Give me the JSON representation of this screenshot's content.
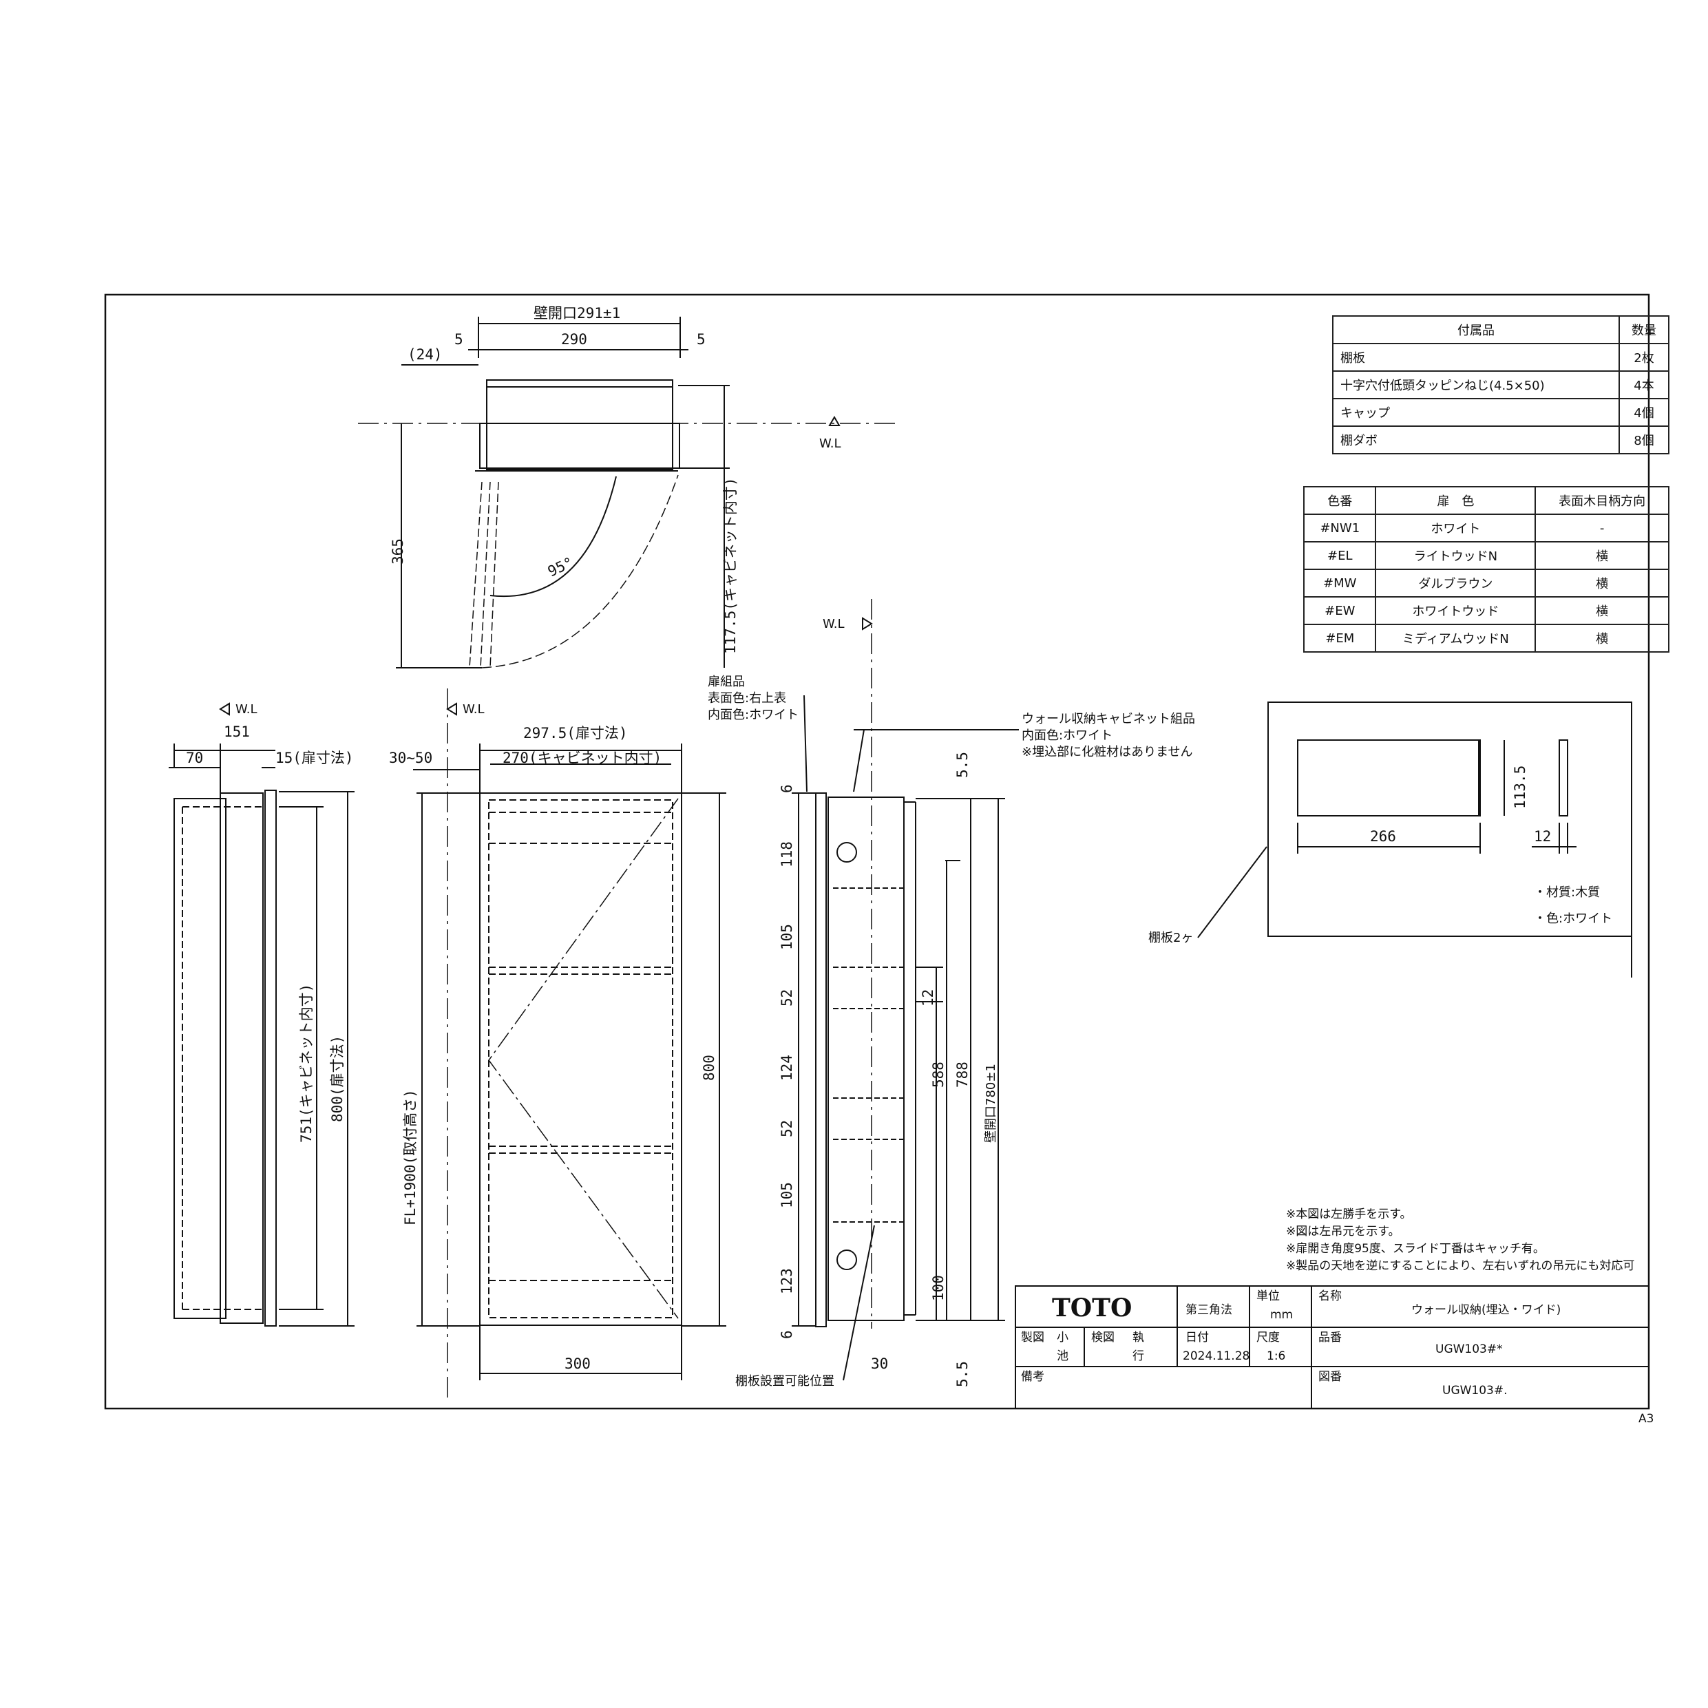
{
  "accessories": {
    "headers": [
      "付属品",
      "数量"
    ],
    "rows": [
      [
        "棚板",
        "2枚"
      ],
      [
        "十字穴付低頭タッピンねじ(4.5×50)",
        "4本"
      ],
      [
        "キャップ",
        "4個"
      ],
      [
        "棚ダボ",
        "8個"
      ]
    ]
  },
  "colors": {
    "headers": [
      "色番",
      "扉　色",
      "表面木目柄方向"
    ],
    "rows": [
      [
        "#NW1",
        "ホワイト",
        "-"
      ],
      [
        "#EL",
        "ライトウッドN",
        "横"
      ],
      [
        "#MW",
        "ダルブラウン",
        "横"
      ],
      [
        "#EW",
        "ホワイトウッド",
        "横"
      ],
      [
        "#EM",
        "ミディアムウッドN",
        "横"
      ]
    ]
  },
  "top_view": {
    "wall_opening": "壁開口291±1",
    "gap_left": "5",
    "width": "290",
    "gap_right": "5",
    "offset": "(24)",
    "depth": "365",
    "angle": "95°",
    "inner": "117.5(キャビネット内寸)",
    "wl": "W.L"
  },
  "side_view": {
    "wl": "W.L",
    "total": "151",
    "wall": "70",
    "door": "15(扉寸法)",
    "cab_inner": "751(キャビネット内寸)",
    "door_h": "800(扉寸法)"
  },
  "front_view": {
    "wl": "W.L",
    "door_w": "297.5(扉寸法)",
    "cab_inner_w": "270(キャビネット内寸)",
    "embed": "30~50",
    "mount_h": "FL+1900(取付高さ)",
    "height": "800",
    "width": "300"
  },
  "section_view": {
    "wl": "W.L",
    "door_part": "扉組品",
    "door_face": "表面色:右上表",
    "door_inner": "内面色:ホワイト",
    "cab_part": "ウォール収納キャビネット組品",
    "cab_inner": "内面色:ホワイト",
    "cab_note": "※埋込部に化粧材はありません",
    "left_dims": [
      "6",
      "118",
      "105",
      "52",
      "124",
      "52",
      "105",
      "123",
      "6"
    ],
    "d_top": "5.5",
    "d_bottom": "5.5",
    "d_12": "12",
    "d_588": "588",
    "d_788": "788",
    "d_100": "100",
    "d_30": "30",
    "wall_open": "壁開口780±1",
    "shelf_pos": "棚板設置可能位置"
  },
  "shelf": {
    "leader": "棚板2ヶ",
    "length": "266",
    "height": "113.5",
    "thick": "12",
    "material": "・材質:木質",
    "color": "・色:ホワイト"
  },
  "notes": [
    "※本図は左勝手を示す。",
    "※図は左吊元を示す。",
    "※扉開き角度95度、スライド丁番はキャッチ有。",
    "※製品の天地を逆にすることにより、左右いずれの吊元にも対応可"
  ],
  "title_block": {
    "logo": "TOTO",
    "projection": "第三角法",
    "unit_label": "単位",
    "unit": "mm",
    "name_label": "名称",
    "name": "ウォール収納(埋込・ワイド)",
    "drawn_label": "製図",
    "drawn_a": "小",
    "drawn_b": "池",
    "check_label": "検図",
    "check_a": "執",
    "check_b": "行",
    "date_label": "日付",
    "date": "2024.11.28",
    "scale_label": "尺度",
    "scale": "1:6",
    "part_label": "品番",
    "part": "UGW103#*",
    "remarks_label": "備考",
    "drawing_label": "図番",
    "drawing": "UGW103#.",
    "sheet": "A3"
  }
}
